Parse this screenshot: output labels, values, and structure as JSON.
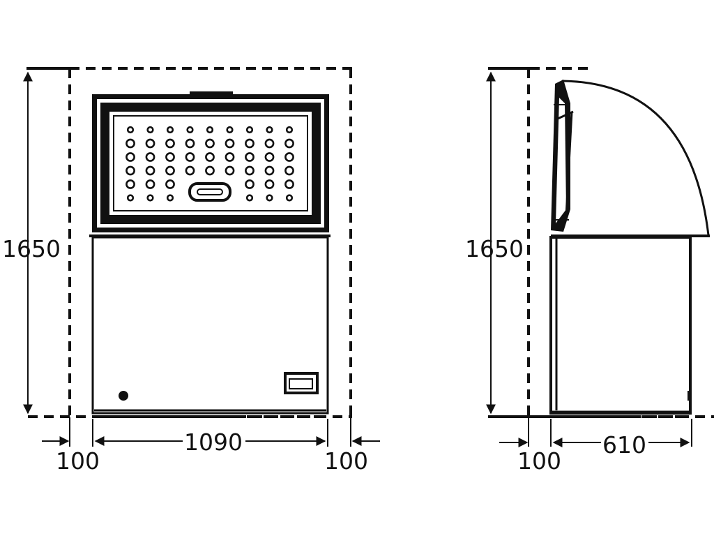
{
  "colors": {
    "ink": "#111111",
    "background": "#ffffff"
  },
  "front_view": {
    "height_label": "1650",
    "width_label": "1090",
    "left_clearance_label": "100",
    "right_clearance_label": "100"
  },
  "side_view": {
    "height_label": "1650",
    "depth_label": "610",
    "rear_clearance_label": "100"
  }
}
